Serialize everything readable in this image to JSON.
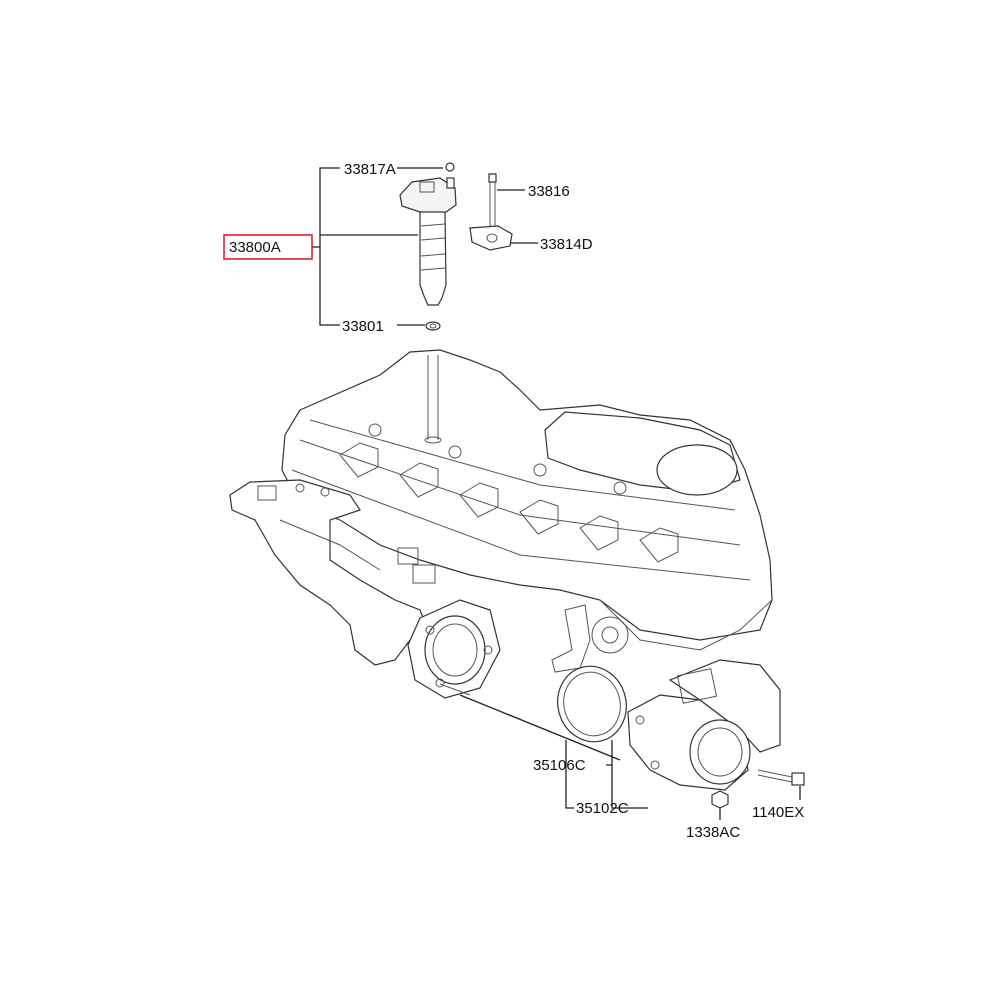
{
  "diagram": {
    "highlight_color": "#e0202a",
    "line_color": "#222222",
    "labels": {
      "p33817A": "33817A",
      "p33816": "33816",
      "p33800A": "33800A",
      "p33814D": "33814D",
      "p33801": "33801",
      "p35106C": "35106C",
      "p35102C": "35102C",
      "p1140EX": "1140EX",
      "p1338AC": "1338AC"
    },
    "highlighted_part": "33800A"
  }
}
